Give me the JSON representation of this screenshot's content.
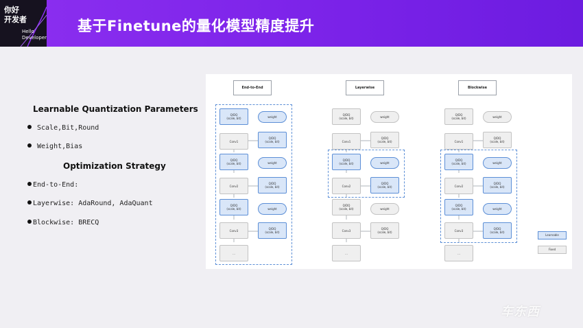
{
  "header": {
    "logo_line1": "你好",
    "logo_line2": "开发者",
    "logo_sub1": "Hello",
    "logo_sub2": "Developer",
    "title": "基于Finetune的量化模型精度提升",
    "color": "#7a22e8"
  },
  "left": {
    "heading_learnable": "Learnable Quantization Parameters",
    "bullet1": "Scale,Bit,Round",
    "bullet2": "Weight,Bias",
    "heading_optimization": "Optimization Strategy",
    "bullet3": "End-to-End:",
    "bullet4": "Layerwise: AdaRound, AdaQuant",
    "bullet5": "Blockwise: BRECQ"
  },
  "diagram": {
    "columns": [
      "End-to-End",
      "Layerwise",
      "Blockwise"
    ],
    "qdq_label": "Q/DQ",
    "qdq_sub": "(scale, bit)",
    "weight_label": "weight",
    "conv_labels": [
      "Conv1",
      "Conv2",
      "Conv3"
    ],
    "ellipsis": "...",
    "legend": [
      "Learnable",
      "Fixed"
    ],
    "learnable_color": "#d9e6f8",
    "fixed_color": "#efefef"
  },
  "watermark": "车东西"
}
